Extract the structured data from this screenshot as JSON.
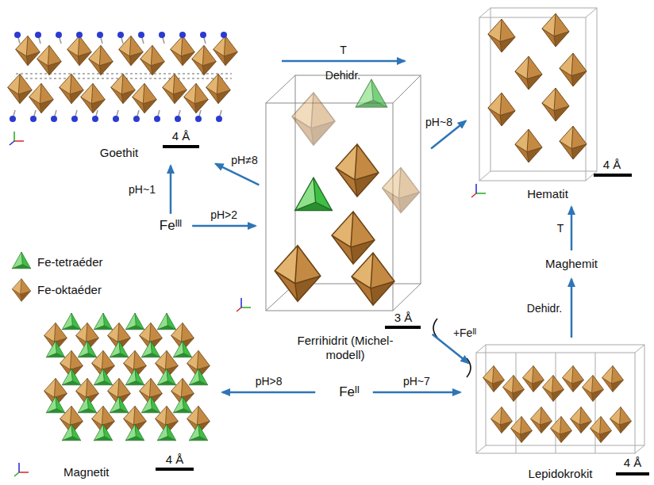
{
  "diagram": {
    "nodes": [
      {
        "text": [
          "Goethit"
        ]
      },
      {
        "text": [
          "Hematit"
        ]
      },
      {
        "text": [
          "Feᴵᴵᴵ"
        ]
      },
      {
        "text": [
          "Ferrihidrit (Michel-modell)"
        ]
      },
      {
        "text": [
          "Maghemit"
        ]
      },
      {
        "text": [
          "Magnetit"
        ]
      },
      {
        "text": [
          "Feᴵᴵ"
        ]
      },
      {
        "text": [
          "Lepidokrokit"
        ]
      }
    ],
    "edges": [
      {
        "from": 2,
        "to": 0,
        "label": "pH~1",
        "arrow": "to"
      },
      {
        "from": 2,
        "to": 3,
        "label": "pH>2",
        "arrow": "to"
      },
      {
        "from": 3,
        "to": 0,
        "label": "pH≠8",
        "arrow": "to"
      },
      {
        "from": 3,
        "to": 1,
        "label": "pH~8",
        "arrow": "to"
      },
      {
        "from": 0,
        "to": 1,
        "label": "T",
        "arrow": "to"
      },
      {
        "from": 3,
        "to": 7,
        "label": "+Feᴵᴵ",
        "arrow": "to"
      },
      {
        "from": 6,
        "to": 5,
        "label": "pH>8",
        "arrow": "to"
      },
      {
        "from": 6,
        "to": 7,
        "label": "pH~7",
        "arrow": "to"
      },
      {
        "from": 7,
        "to": 4,
        "label": "Dehidr.",
        "arrow": "to"
      },
      {
        "from": 4,
        "to": 1,
        "label": "T",
        "arrow": "to"
      }
    ],
    "labels": [
      "Dehidr.",
      "4 Å",
      "4 Å",
      "3 Å",
      "4 Å",
      "4 Å"
    ],
    "legend": [
      {
        "text": "Fe-tetraéder"
      },
      {
        "text": "Fe-oktaéder"
      }
    ]
  }
}
